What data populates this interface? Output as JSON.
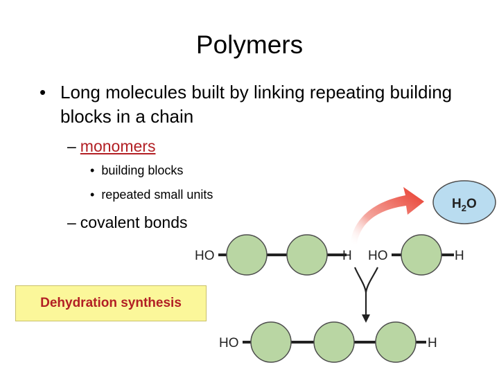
{
  "slide": {
    "title": "Polymers",
    "bullet": "Long molecules built by linking repeating building blocks in a chain",
    "bullet_marker": "•",
    "sub_dash": "–",
    "sub1_word": "monomers",
    "sub1_points": [
      "building blocks",
      "repeated small units"
    ],
    "sub2": "covalent bonds"
  },
  "diagram": {
    "water_label_main": "H",
    "water_label_sub": "2",
    "water_label_end": "O",
    "row1_left": "HO",
    "row1_mid_h": "H",
    "row1_mid_ho": "HO",
    "row1_right": "H",
    "row2_left": "HO",
    "row2_right": "H",
    "colors": {
      "monomer_fill": "#b9d6a3",
      "monomer_stroke": "#4d4d4d",
      "water_fill": "#b9dcf0",
      "arrow_red": "#e83a2c",
      "accent_red": "#b21f24",
      "highlight_yellow": "#fbf79a"
    }
  },
  "callout": {
    "label": "Dehydration synthesis"
  }
}
